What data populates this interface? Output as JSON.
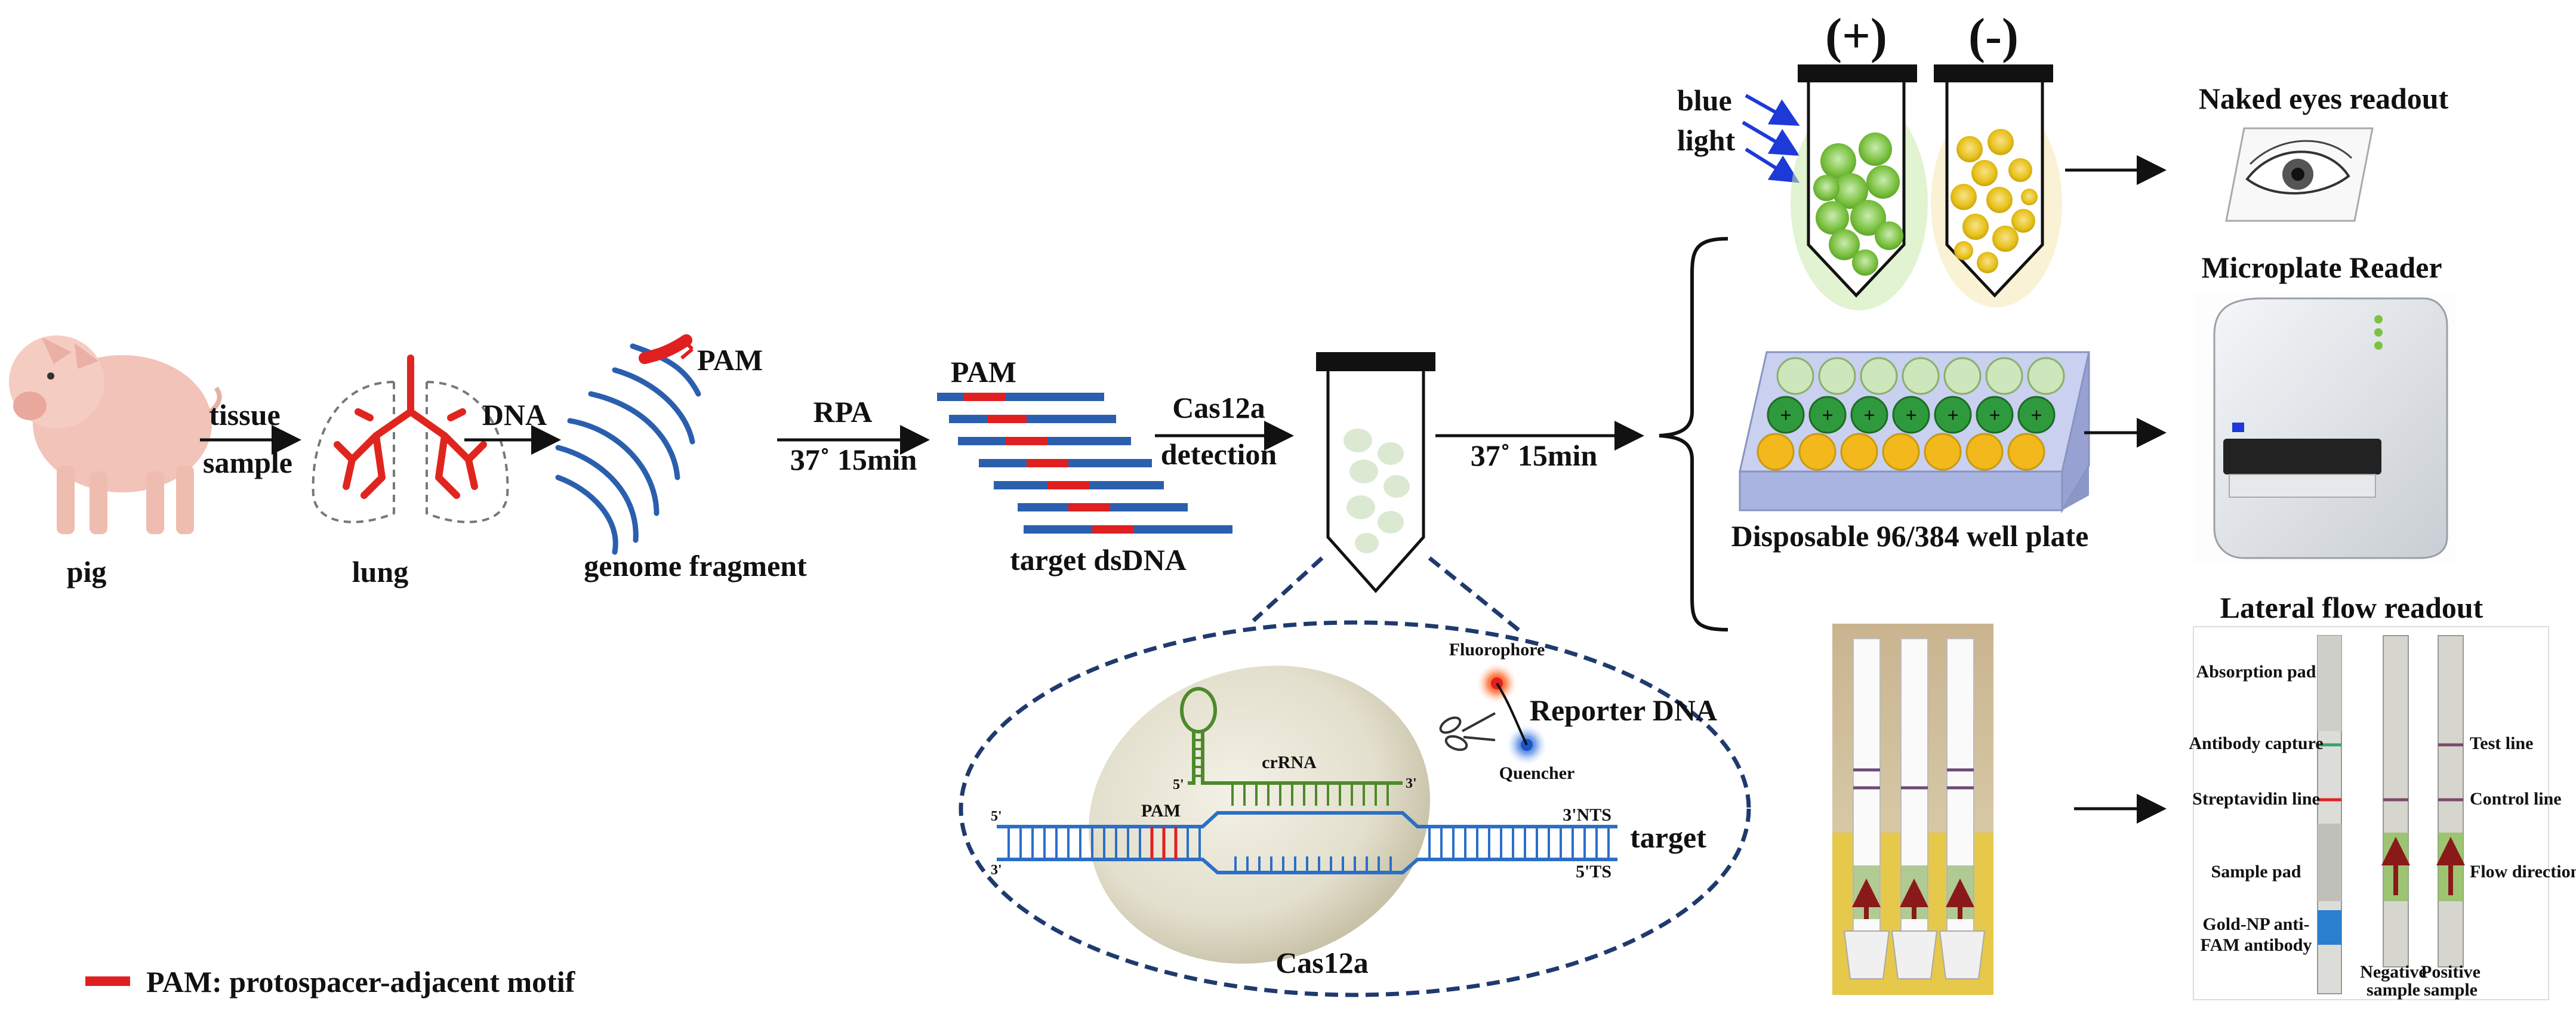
{
  "labels": {
    "pig": "pig",
    "tissue": "tissue",
    "sample": "sample",
    "lung": "lung",
    "dna": "DNA",
    "pam_genome": "PAM",
    "genome_fragment": "genome fragment",
    "rpa": "RPA",
    "rpa_cond": "37˚ 15min",
    "pam_target": "PAM",
    "target_dsdna": "target dsDNA",
    "cas12a_top": "Cas12a",
    "detection": "detection",
    "incubation": "37˚ 15min",
    "plus": "(+)",
    "minus": "(-)",
    "blue": "blue",
    "light": "light",
    "naked_eyes": "Naked eyes readout",
    "microplate_reader": "Microplate Reader",
    "well_plate": "Disposable 96/384 well plate",
    "lateral_flow": "Lateral flow readout",
    "legend_pam": "PAM: protospacer-adjacent motif"
  },
  "zoom": {
    "fluorophore": "Fluorophore",
    "reporter_dna": "Reporter DNA",
    "quencher": "Quencher",
    "crrna": "crRNA",
    "pam": "PAM",
    "target": "target",
    "cas12a": "Cas12a",
    "five_prime_cr": "5'",
    "three_prime_cr": "3'",
    "five_prime_left": "5'",
    "three_prime_left": "3'",
    "nts": "3'NTS",
    "ts": "5'TS"
  },
  "strip_diagram": {
    "absorption_pad": "Absorption pad",
    "antibody_capture": "Antibody capture",
    "streptavidin_line": "Streptavidin line",
    "sample_pad": "Sample pad",
    "gold_np_1": "Gold-NP anti-",
    "gold_np_2": "FAM antibody",
    "test_line": "Test line",
    "control_line": "Control line",
    "flow_direction": "Flow direction",
    "negative_1": "Negative",
    "negative_2": "sample",
    "positive_1": "Positive",
    "positive_2": "sample"
  },
  "colors": {
    "dna_blue": "#2b5fae",
    "pam_red": "#e02020",
    "positive_green": "#7cc242",
    "negative_yellow": "#e8c21a",
    "plate_side": "#a9b4e0",
    "plate_top": "#c9d0f0",
    "dashed_navy": "#1f3a6e",
    "crrna_green": "#4d8a2a"
  }
}
